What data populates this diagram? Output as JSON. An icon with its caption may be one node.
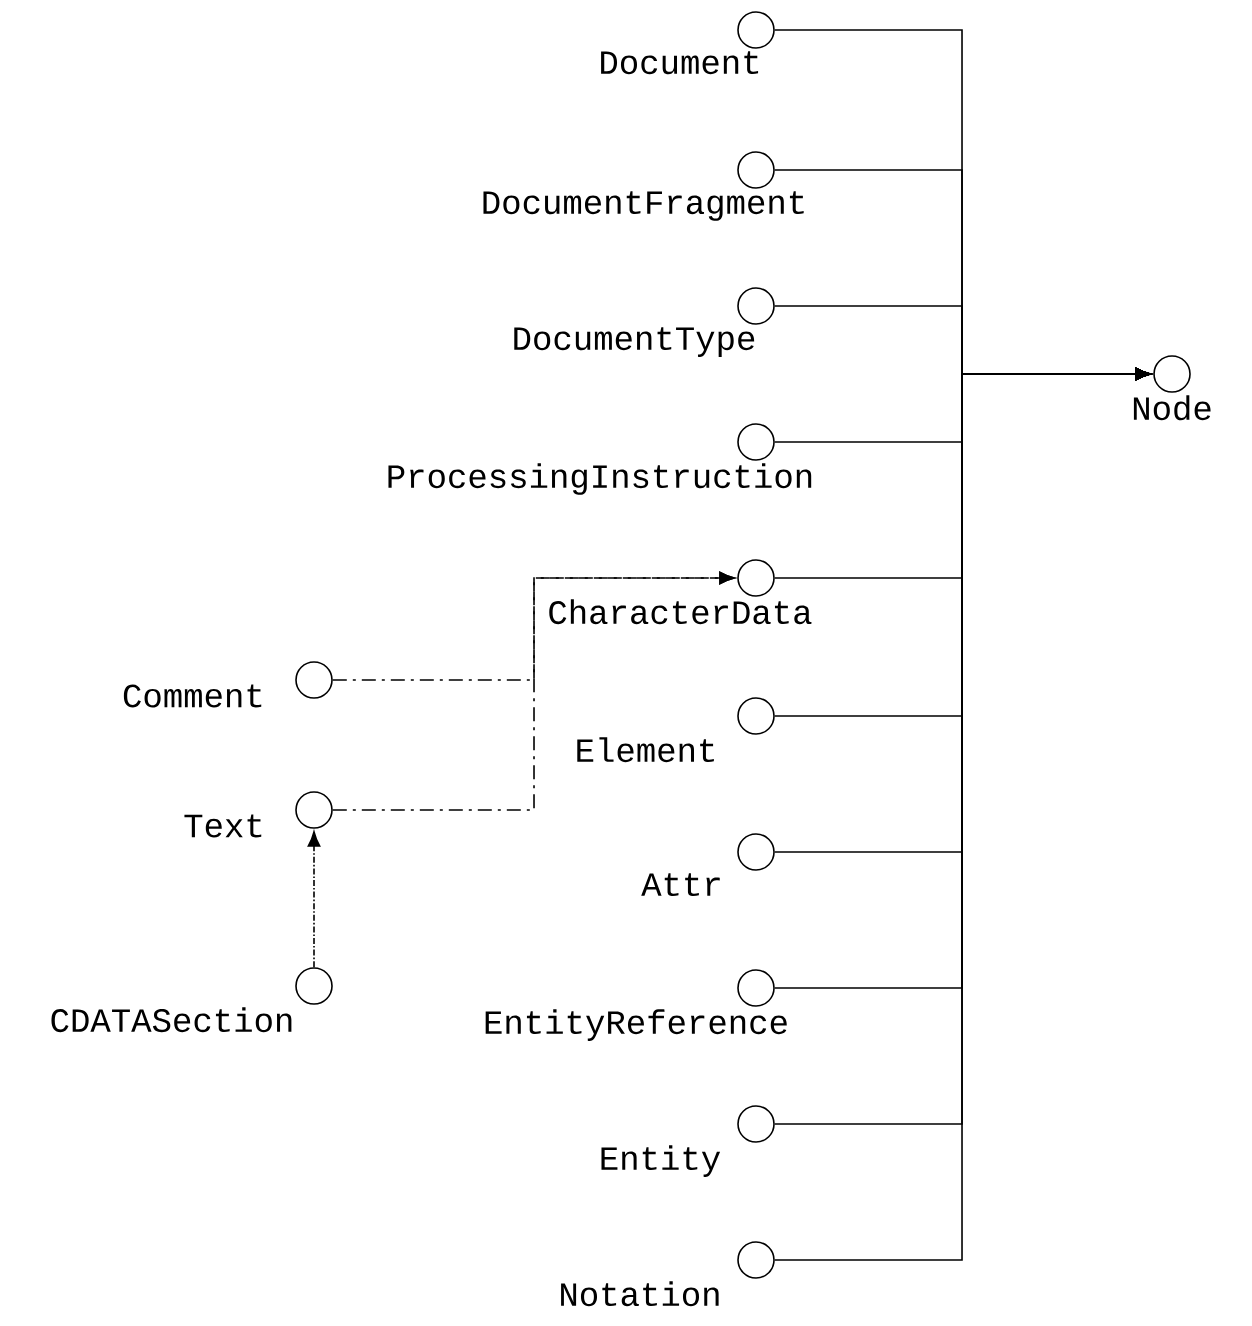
{
  "diagram": {
    "nodes": [
      {
        "text": [
          "Document"
        ]
      },
      {
        "text": [
          "DocumentFragment"
        ]
      },
      {
        "text": [
          "DocumentType"
        ]
      },
      {
        "text": [
          "ProcessingInstruction"
        ]
      },
      {
        "text": [
          "CharacterData"
        ]
      },
      {
        "text": [
          "Element"
        ]
      },
      {
        "text": [
          "Attr"
        ]
      },
      {
        "text": [
          "EntityReference"
        ]
      },
      {
        "text": [
          "Entity"
        ]
      },
      {
        "text": [
          "Notation"
        ]
      },
      {
        "text": [
          "Node"
        ]
      },
      {
        "text": [
          "Comment"
        ]
      },
      {
        "text": [
          "Text"
        ]
      },
      {
        "text": [
          "CDATASection"
        ]
      }
    ],
    "edges": [
      {
        "from": 0,
        "to": 10,
        "arrow": "to"
      },
      {
        "from": 1,
        "to": 10,
        "arrow": "to"
      },
      {
        "from": 2,
        "to": 10,
        "arrow": "to"
      },
      {
        "from": 3,
        "to": 10,
        "arrow": "to"
      },
      {
        "from": 4,
        "to": 10,
        "arrow": "to"
      },
      {
        "from": 5,
        "to": 10,
        "arrow": "to"
      },
      {
        "from": 6,
        "to": 10,
        "arrow": "to"
      },
      {
        "from": 7,
        "to": 10,
        "arrow": "to"
      },
      {
        "from": 8,
        "to": 10,
        "arrow": "to"
      },
      {
        "from": 9,
        "to": 10,
        "arrow": "to"
      },
      {
        "from": 11,
        "to": 4,
        "arrow": "to",
        "style": "dashed"
      },
      {
        "from": 12,
        "to": 4,
        "arrow": "to",
        "style": "dashed"
      },
      {
        "from": 13,
        "to": 12,
        "arrow": "to",
        "style": "dashed"
      }
    ]
  }
}
